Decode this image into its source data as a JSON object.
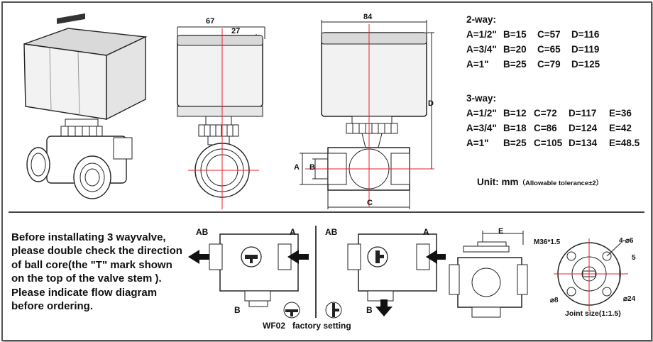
{
  "colors": {
    "red": "#e8202a",
    "line": "#222222",
    "actuator_top": "#d9d9d9",
    "actuator_side": "#f0f0f0"
  },
  "side_view": {
    "width": "67",
    "offset": "27"
  },
  "front_view": {
    "width": "84",
    "A": "A",
    "B": "B",
    "C": "C",
    "D": "D"
  },
  "specs": {
    "two_way": {
      "title": "2-way:",
      "rows": [
        [
          "A=1/2\"",
          "B=15",
          "C=57",
          "D=116"
        ],
        [
          "A=3/4\"",
          "B=20",
          "C=65",
          "D=119"
        ],
        [
          "A=1\"",
          "B=25",
          "C=79",
          "D=125"
        ]
      ]
    },
    "three_way": {
      "title": "3-way:",
      "rows": [
        [
          "A=1/2\"",
          "B=12",
          "C=72",
          "D=117",
          "E=36"
        ],
        [
          "A=3/4\"",
          "B=18",
          "C=86",
          "D=124",
          "E=42"
        ],
        [
          "A=1\"",
          "B=25",
          "C=105",
          "D=134",
          "E=48.5"
        ]
      ]
    },
    "unit": "Unit: mm",
    "tolerance": "（Allowable tolerance±2）"
  },
  "note": {
    "lines": [
      "Before installating 3 wayvalve,",
      "please double check the direction",
      "of ball core(the \"T\" mark shown",
      "on the top of the valve  stem ).",
      "Please indicate flow diagram",
      "before ordering."
    ]
  },
  "flow": {
    "left": {
      "ab": "AB",
      "a": "A",
      "b": "B"
    },
    "right": {
      "ab": "AB",
      "a": "A",
      "b": "B"
    }
  },
  "legend": {
    "wf02": "WF02",
    "factory": "factory setting"
  },
  "joint": {
    "e": "E",
    "m36": "M36*1.5",
    "holes": "4-⌀6",
    "five": "5",
    "d8": "⌀8",
    "d24": "⌀24",
    "caption": "Joint size(1:1.5)"
  }
}
